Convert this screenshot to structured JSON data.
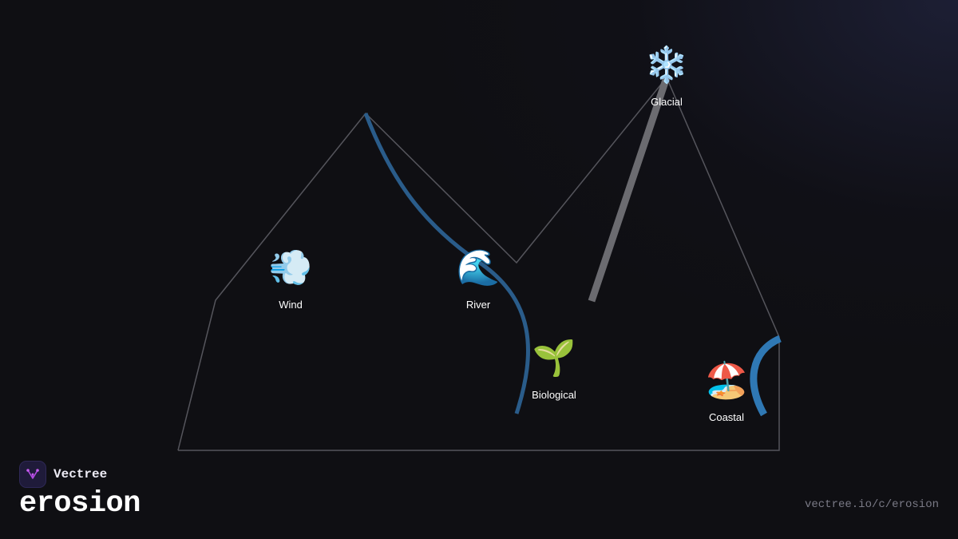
{
  "brand": {
    "name": "Vectree",
    "logo_icon": "vectree-logo-icon",
    "accent": "#b04ae0"
  },
  "title": "erosion",
  "url": "vectree.io/c/erosion",
  "diagram": {
    "outline_color": "#55555c",
    "nodes": [
      {
        "id": "wind",
        "label": "Wind",
        "emoji": "💨",
        "icon": "wind-icon"
      },
      {
        "id": "river",
        "label": "River",
        "emoji": "🌊",
        "icon": "wave-icon"
      },
      {
        "id": "glacial",
        "label": "Glacial",
        "emoji": "❄️",
        "icon": "snowflake-icon"
      },
      {
        "id": "biological",
        "label": "Biological",
        "emoji": "🌱",
        "icon": "seedling-icon"
      },
      {
        "id": "coastal",
        "label": "Coastal",
        "emoji": "🏖️",
        "icon": "beach-umbrella-icon"
      }
    ],
    "edges": [
      {
        "from": "river",
        "to": "mountain-peak",
        "color": "#2a5c8a"
      },
      {
        "from": "river",
        "to": "biological",
        "color": "#2a5c8a"
      },
      {
        "from": "glacial",
        "to": "mountain-slope",
        "color": "#6b6b70"
      },
      {
        "from": "coastal",
        "to": "shore",
        "color": "#2f78b4"
      }
    ]
  }
}
